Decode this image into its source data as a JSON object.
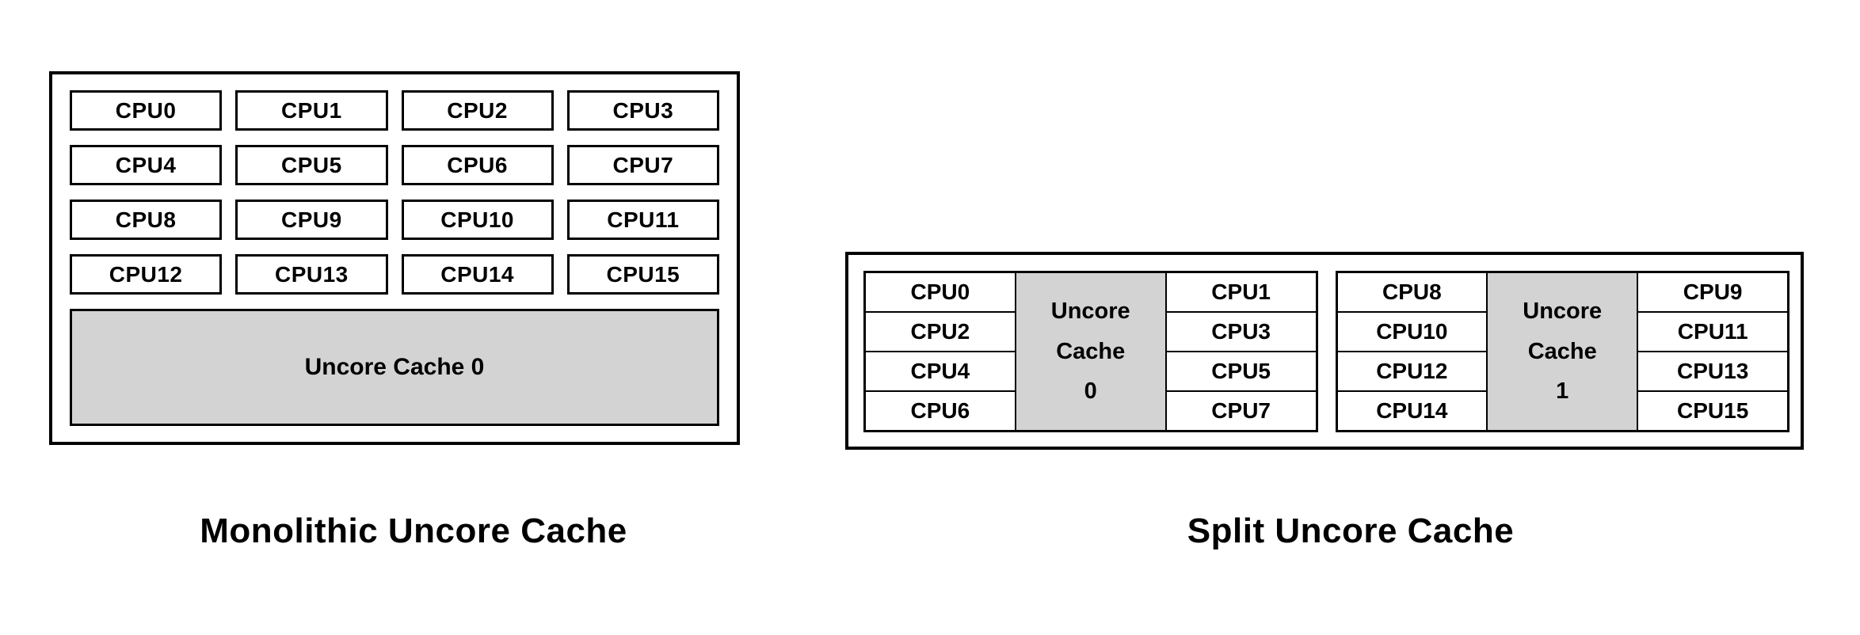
{
  "colors": {
    "background": "#ffffff",
    "border": "#000000",
    "cache_fill": "#d3d3d3",
    "text": "#000000"
  },
  "monolithic": {
    "caption": "Monolithic Uncore Cache",
    "cpus": [
      "CPU0",
      "CPU1",
      "CPU2",
      "CPU3",
      "CPU4",
      "CPU5",
      "CPU6",
      "CPU7",
      "CPU8",
      "CPU9",
      "CPU10",
      "CPU11",
      "CPU12",
      "CPU13",
      "CPU14",
      "CPU15"
    ],
    "cache_label": "Uncore Cache 0"
  },
  "split": {
    "caption": "Split Uncore Cache",
    "groups": [
      {
        "left_cpus": [
          "CPU0",
          "CPU2",
          "CPU4",
          "CPU6"
        ],
        "cache_label": "Uncore\nCache\n0",
        "right_cpus": [
          "CPU1",
          "CPU3",
          "CPU5",
          "CPU7"
        ]
      },
      {
        "left_cpus": [
          "CPU8",
          "CPU10",
          "CPU12",
          "CPU14"
        ],
        "cache_label": "Uncore\nCache\n1",
        "right_cpus": [
          "CPU9",
          "CPU11",
          "CPU13",
          "CPU15"
        ]
      }
    ]
  }
}
